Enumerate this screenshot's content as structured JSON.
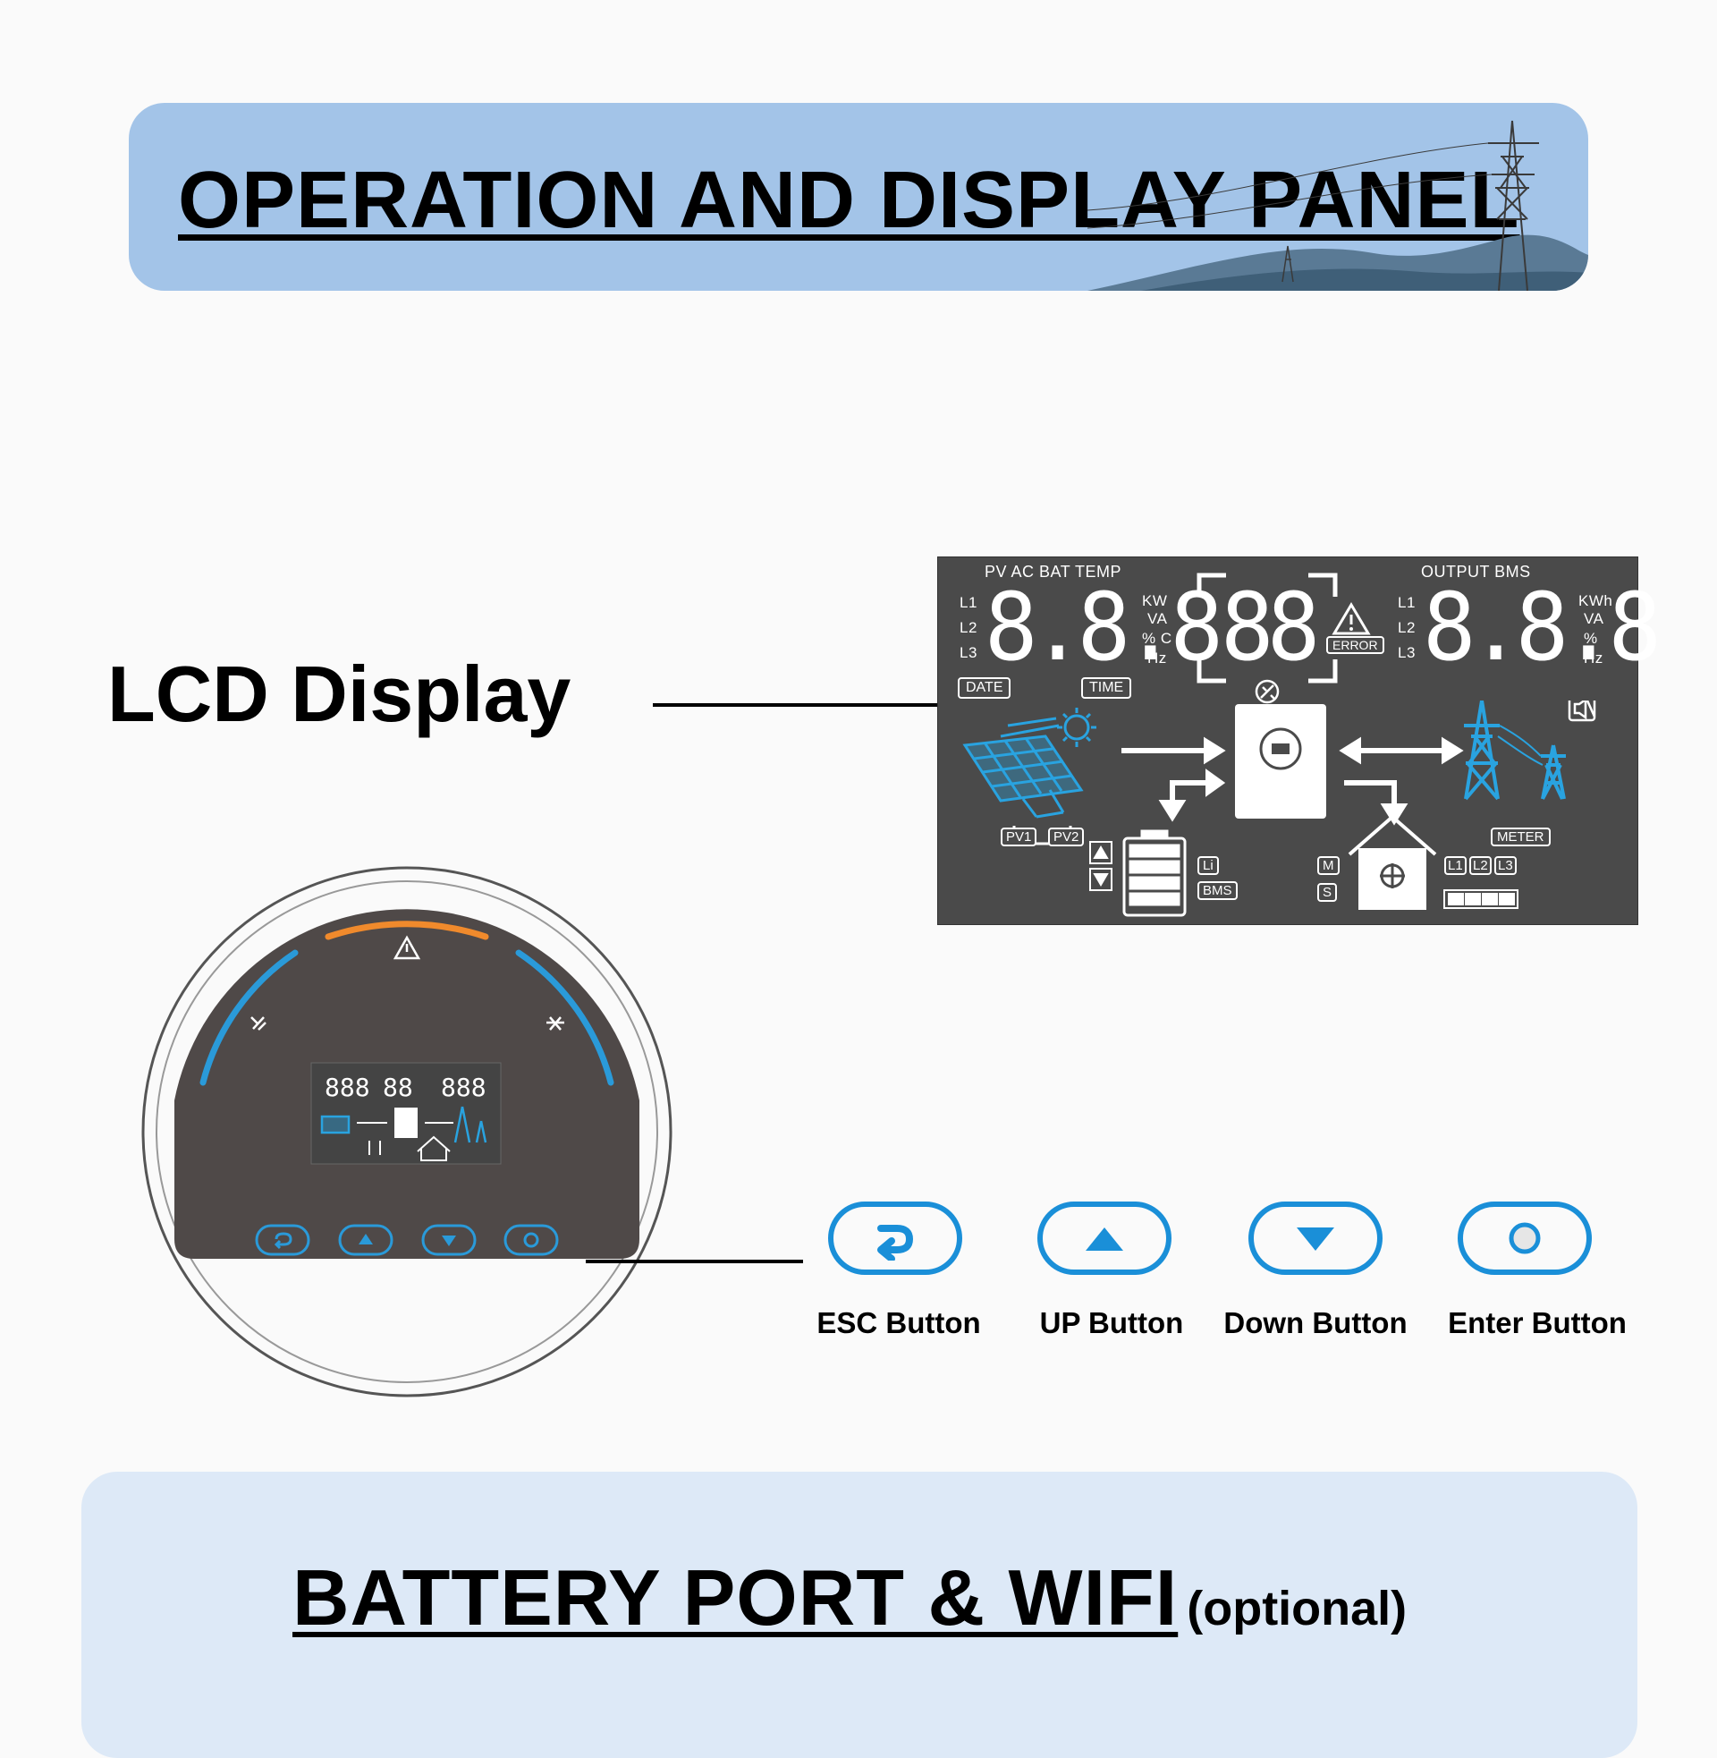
{
  "header": {
    "title": "OPERATION AND DISPLAY PANEL"
  },
  "lcd_label": "LCD Display",
  "lcd": {
    "top_left_labels": "PV  AC  BAT  TEMP",
    "top_right_labels": "OUTPUT  BMS",
    "phase_labels": [
      "L1",
      "L2",
      "L3"
    ],
    "left_digits": "8.8.8",
    "mid_digits": "88",
    "right_digits": "8.8.8",
    "left_units": [
      "KW",
      "VA",
      "% C",
      "Hz"
    ],
    "right_units": [
      "KWh",
      "VA",
      "%",
      "Hz"
    ],
    "date_tag": "DATE",
    "time_tag": "TIME",
    "error_tag": "ERROR",
    "pv1": "PV1",
    "pv2": "PV2",
    "li": "Li",
    "bms": "BMS",
    "m": "M",
    "s": "S",
    "l1": "L1",
    "l2": "L2",
    "l3": "L3",
    "meter": "METER",
    "accent": "#29a3e0"
  },
  "buttons": [
    {
      "label": "ESC Button",
      "icon": "return-icon"
    },
    {
      "label": "UP Button",
      "icon": "up-triangle-icon"
    },
    {
      "label": "Down Button",
      "icon": "down-triangle-icon"
    },
    {
      "label": "Enter Button",
      "icon": "circle-icon"
    }
  ],
  "footer": {
    "title": "BATTERY PORT & WIFI",
    "subtitle": "(optional)"
  },
  "colors": {
    "header_bg": "#a3c4e8",
    "footer_bg": "#dde9f7",
    "button_blue": "#1a8fd8",
    "warning_orange": "#f08a2c"
  }
}
